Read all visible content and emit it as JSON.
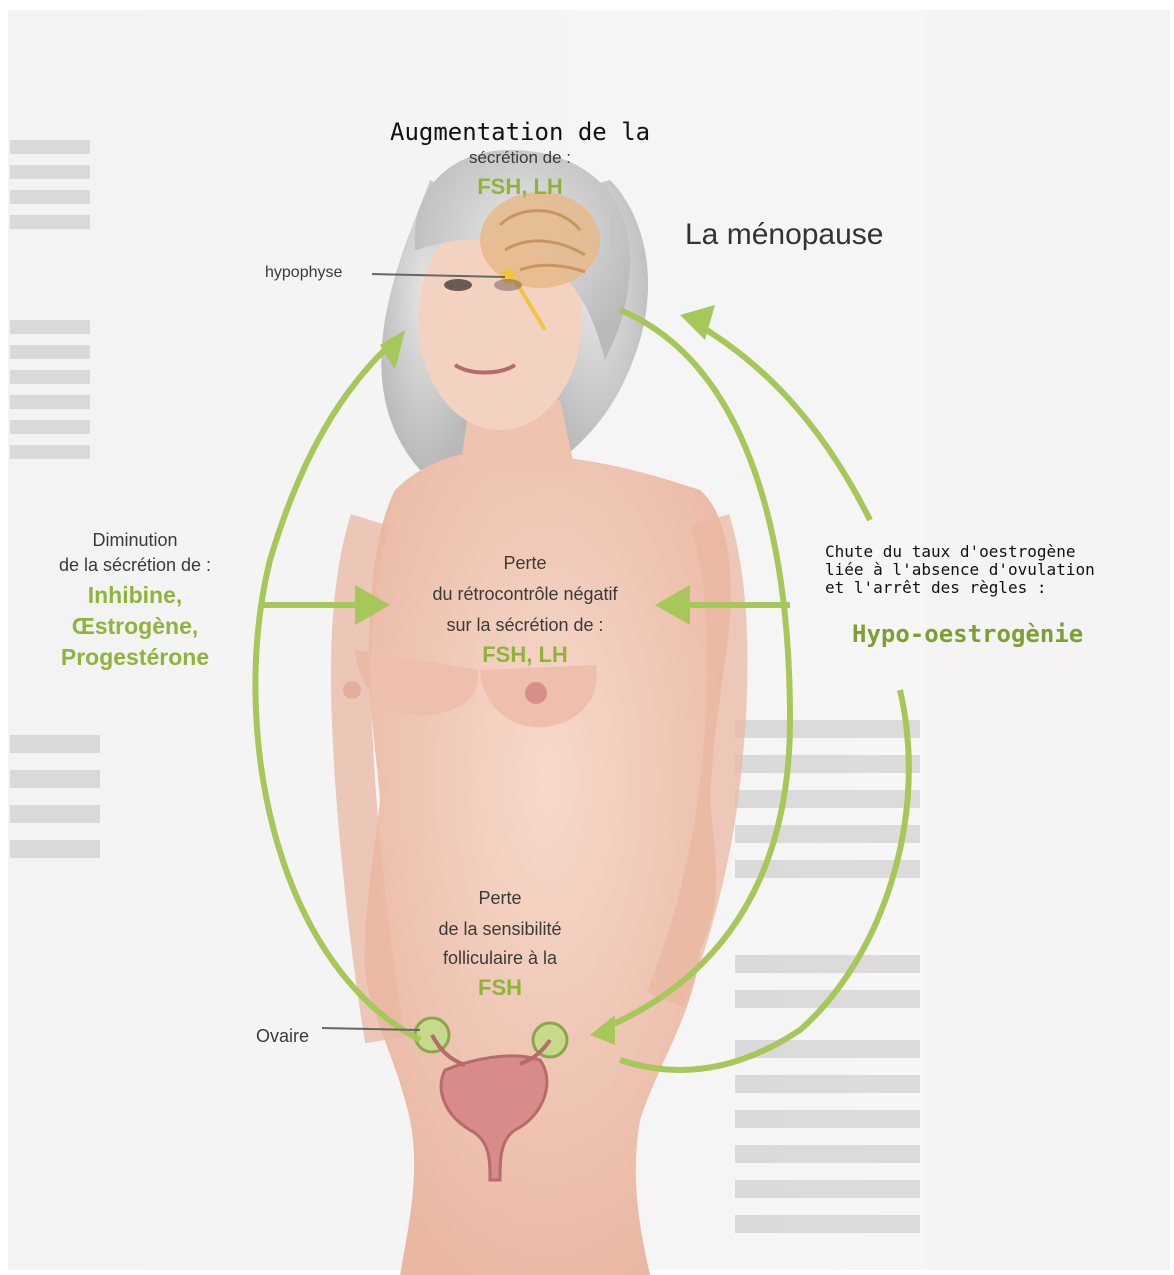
{
  "title": "La ménopause",
  "top": {
    "heading": "Augmentation de la",
    "line2": "sécrétion de :",
    "hormones": "FSH, LH"
  },
  "labels": {
    "hypophyse": "hypophyse",
    "ovaire": "Ovaire"
  },
  "left": {
    "line1": "Diminution",
    "line2": "de la sécrétion de :",
    "h1": "Inhibine,",
    "h2": "Œstrogène,",
    "h3": "Progestérone"
  },
  "middle": {
    "line1": "Perte",
    "line2": "du rétrocontrôle négatif",
    "line3": "sur la sécrétion de :",
    "hormones": "FSH, LH"
  },
  "lower": {
    "line1": "Perte",
    "line2": "de la sensibilité",
    "line3": "folliculaire à la",
    "hormone": "FSH"
  },
  "right": {
    "line1": "Chute du taux d'oestrogène",
    "line2": "liée à l'absence d'ovulation",
    "line3": "et l'arrêt des règles :",
    "result": "Hypo-oestrogènie"
  },
  "colors": {
    "arrow": "#a6c85a",
    "accent": "#8fb43c",
    "skin": "#f2c9b6",
    "hair": "#cfcfcf"
  }
}
